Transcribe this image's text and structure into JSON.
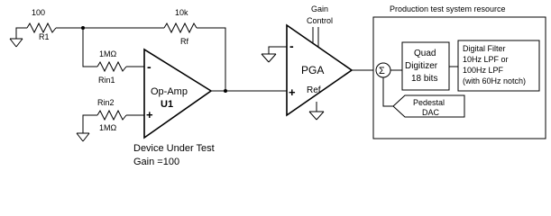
{
  "labels": {
    "r1_value": "100",
    "r1_name": "R1",
    "rf_value": "10k",
    "rf_name": "Rf",
    "rin1_value": "1MΩ",
    "rin1_name": "Rin1",
    "rin2_name": "Rin2",
    "rin2_value": "1MΩ",
    "opamp_line1": "Op-Amp",
    "opamp_line2": "U1",
    "minus": "-",
    "plus": "+",
    "gain_control_line1": "Gain",
    "gain_control_line2": "Control",
    "pga": "PGA",
    "ref": "Ref",
    "production_title": "Production test system resource",
    "sigma": "Σ",
    "digitizer_line1": "Quad",
    "digitizer_line2": "Digitizer",
    "digitizer_line3": "18 bits",
    "filter_line1": "Digital Filter",
    "filter_line2": "10Hz LPF or",
    "filter_line3": "100Hz LPF",
    "filter_line4": "(with 60Hz notch)",
    "pedestal_line1": "Pedestal",
    "pedestal_line2": "DAC",
    "dut_line1": "Device Under Test",
    "dut_line2": "Gain =100"
  }
}
